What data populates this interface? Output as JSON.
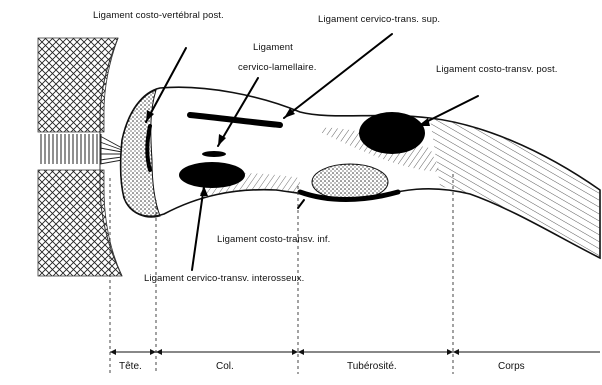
{
  "labels": {
    "costo_vertebral_post": "Ligament costo-vertébral post.",
    "cervico_lamellaire_1": "Ligament",
    "cervico_lamellaire_2": "cervico-lamellaire.",
    "cervico_trans_sup": "Ligament cervico-trans. sup.",
    "costo_transv_post": "Ligament costo-transv. post.",
    "costo_transv_inf": "Ligament costo-transv. inf.",
    "cervico_transv_interosseux": "Ligament cervico-transv. interosseux."
  },
  "segments": {
    "tete": "Tête.",
    "col": "Col.",
    "tuberosite": "Tubérosité.",
    "corps": "Corps"
  }
}
